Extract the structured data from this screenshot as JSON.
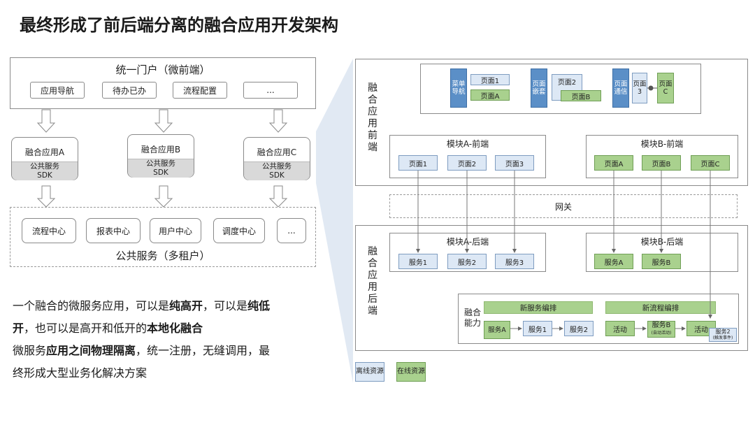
{
  "title": "最终形成了前后端分离的融合应用开发架构",
  "left": {
    "portal": {
      "title": "统一门户（微前端）",
      "items": [
        "应用导航",
        "待办已办",
        "流程配置",
        "..."
      ]
    },
    "apps": [
      {
        "name": "融合应用A",
        "sdk_line1": "公共服务",
        "sdk_line2": "SDK"
      },
      {
        "name": "融合应用B",
        "sdk_line1": "公共服务",
        "sdk_line2": "SDK"
      },
      {
        "name": "融合应用C",
        "sdk_line1": "公共服务",
        "sdk_line2": "SDK"
      }
    ],
    "services": {
      "items": [
        "流程中心",
        "报表中心",
        "用户中心",
        "调度中心",
        "..."
      ],
      "label": "公共服务（多租户）"
    },
    "description": {
      "l1_a": "一个融合的微服务应用，可以是",
      "l1_b": "纯高开",
      "l1_c": "，可以是",
      "l1_d": "纯低",
      "l2_a": "开",
      "l2_b": "，也可以是高开和低开的",
      "l2_c": "本地化融合",
      "l3_a": "微服务",
      "l3_b": "应用之间物理隔离",
      "l3_c": "，统一注册，无缝调用，最",
      "l4": "终形成大型业务化解决方案"
    }
  },
  "right": {
    "frontend_label": "融合应用前端",
    "backend_label": "融合应用后端",
    "top_group": {
      "nav_label": "菜单导航",
      "nav_page1": "页面1",
      "nav_pageA": "页面A",
      "embed_label": "页面嵌套",
      "embed_page2": "页面2",
      "embed_pageB": "页面B",
      "comm_label": "页面通信",
      "comm_page3": "页面3",
      "comm_pageC": "页面C"
    },
    "moduleA_front": {
      "title": "模块A-前端",
      "pages": [
        "页面1",
        "页面2",
        "页面3"
      ]
    },
    "moduleB_front": {
      "title": "模块B-前端",
      "pages": [
        "页面A",
        "页面B",
        "页面C"
      ]
    },
    "gateway": "网关",
    "moduleA_back": {
      "title": "模块A-后端",
      "services": [
        "服务1",
        "服务2",
        "服务3"
      ]
    },
    "moduleB_back": {
      "title": "模块B-后端",
      "services": [
        "服务A",
        "服务B"
      ]
    },
    "fusion": {
      "label": "融合能力",
      "bar1": "新服务编排",
      "bar2": "新流程编排",
      "svcA": "服务A",
      "svc1": "服务1",
      "svc2": "服务2",
      "act1": "活动",
      "svcB": "服务B",
      "svcB_sub": "(自动活动)",
      "act2": "活动",
      "svc2b": "服务2",
      "svc2b_sub": "(触发事件)"
    },
    "legend": {
      "offline": "离线资源",
      "online": "在线资源"
    }
  },
  "colors": {
    "blue": "#5b8fc7",
    "light_blue": "#dde8f5",
    "green": "#a9d18e",
    "border": "#8a8a8a"
  }
}
